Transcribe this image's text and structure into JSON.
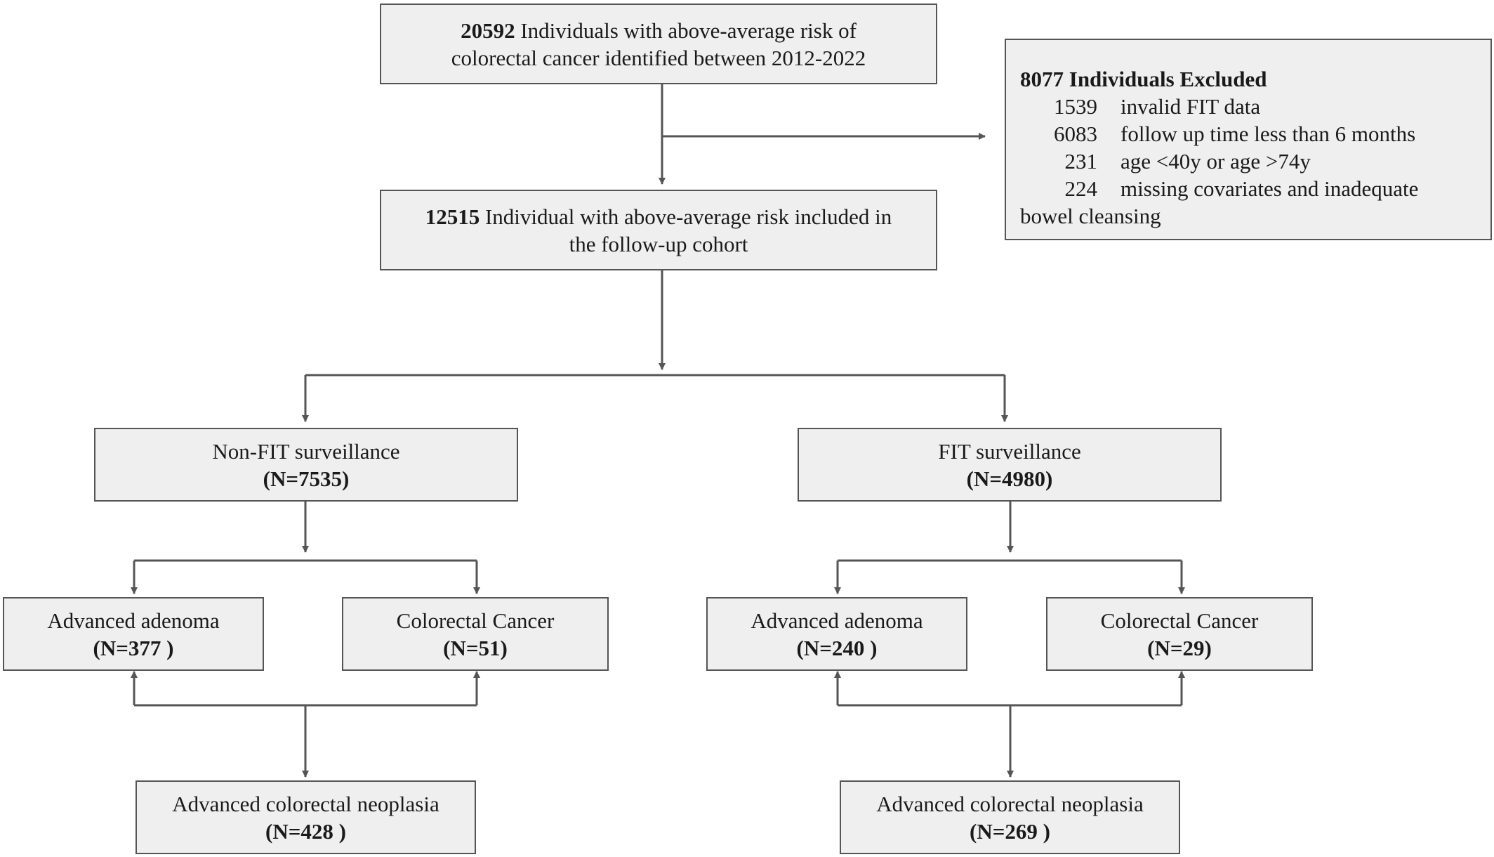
{
  "top_box": {
    "count": "20592",
    "line1": " Individuals with above-average risk of",
    "line2": "colorectal cancer identified between 2012-2022"
  },
  "excluded_box": {
    "title": "8077 Individuals Excluded",
    "items": [
      {
        "count": "1539",
        "reason": "invalid FIT data"
      },
      {
        "count": "6083",
        "reason": "follow up time less than 6 months"
      },
      {
        "count": "231",
        "reason": "age <40y or age >74y"
      },
      {
        "count": "224",
        "reason": "missing covariates and inadequate"
      }
    ],
    "continuation": "bowel cleansing"
  },
  "cohort_box": {
    "count": "12515",
    "line1": " Individual with above-average risk included in",
    "line2": "the follow-up cohort"
  },
  "non_fit": {
    "label": "Non-FIT surveillance",
    "n": "(N=7535)",
    "adenoma_label": "Advanced adenoma",
    "adenoma_n": "(N=377 )",
    "cancer_label": "Colorectal Cancer",
    "cancer_n": "(N=51)",
    "neoplasia_label": "Advanced colorectal neoplasia",
    "neoplasia_n": "(N=428 )"
  },
  "fit": {
    "label": "FIT surveillance",
    "n": "(N=4980)",
    "adenoma_label": "Advanced adenoma",
    "adenoma_n": "(N=240 )",
    "cancer_label": "Colorectal Cancer",
    "cancer_n": "(N=29)",
    "neoplasia_label": "Advanced colorectal neoplasia",
    "neoplasia_n": "(N=269 )"
  },
  "colors": {
    "box_fill": "#efefef",
    "box_border": "#555555",
    "connector": "#555555"
  }
}
